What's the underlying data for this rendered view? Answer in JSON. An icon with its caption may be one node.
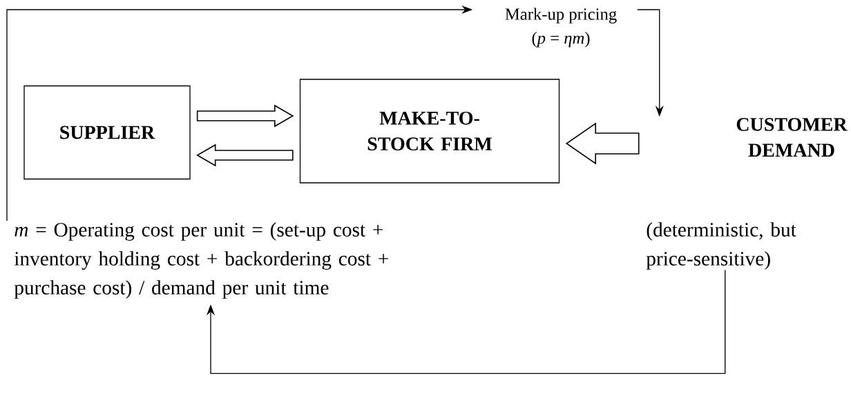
{
  "diagram": {
    "nodes": [
      {
        "text": [
          "SUPPLIER"
        ]
      },
      {
        "text": [
          "MAKE-TO-STOCK FIRM"
        ]
      },
      {
        "text": [
          "CUSTOMER DEMAND",
          "(deterministic, but price-sensitive)"
        ]
      },
      {
        "text": [
          "Mark-up pricing",
          "(*p* = *ηm*)"
        ]
      },
      {
        "text": [
          "*m* = Operating cost per unit = (set-up cost + inventory holding cost + backordering cost + purchase cost) / demand per unit time"
        ]
      }
    ],
    "edges": [
      {
        "from": 0,
        "to": 1,
        "arrow": "to",
        "style": "thick"
      },
      {
        "from": 1,
        "to": 0,
        "arrow": "to",
        "style": "thick"
      },
      {
        "from": 2,
        "to": 1,
        "arrow": "to",
        "style": "thick"
      },
      {
        "from": 4,
        "to": 3,
        "arrow": "to"
      },
      {
        "from": 3,
        "to": 2,
        "arrow": "to"
      },
      {
        "from": 2,
        "to": 4,
        "arrow": "to"
      }
    ]
  }
}
